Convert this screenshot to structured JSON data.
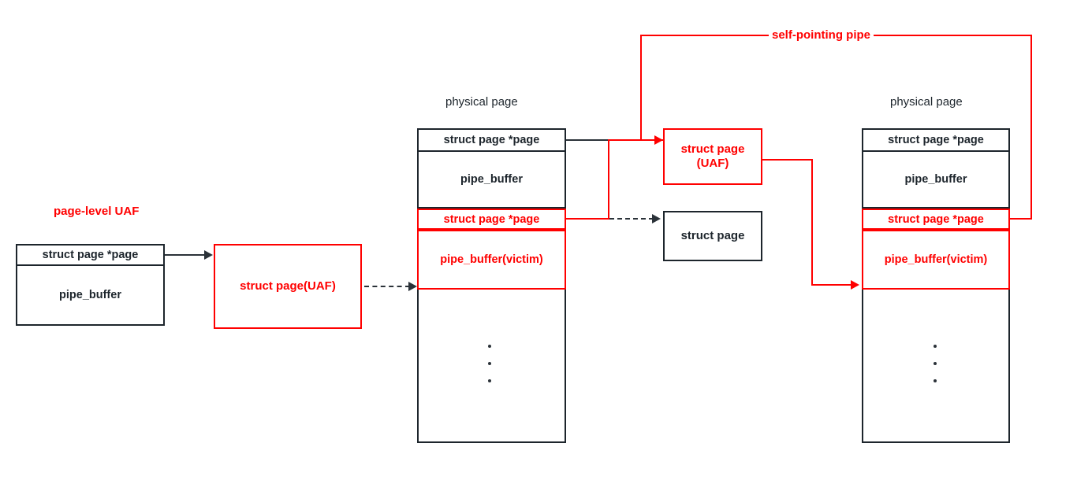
{
  "diagram": {
    "title_note": "Linux kernel page-level UAF / self-pointing pipe exploitation diagram",
    "colors": {
      "black": "#1d252c",
      "red": "#ff0000",
      "background": "#ffffff"
    }
  },
  "labels": {
    "page_level_uaf": "page-level UAF",
    "self_pointing_pipe": "self-pointing pipe",
    "physical_page_middle": "physical page",
    "physical_page_right": "physical page"
  },
  "left_struct": {
    "rows": [
      {
        "text": "struct page *page",
        "color": "black"
      },
      {
        "text": "pipe_buffer",
        "color": "black"
      }
    ]
  },
  "left_uaf_box": {
    "text": "struct page(UAF)",
    "color": "red"
  },
  "middle_page": {
    "caption": "physical page",
    "rows": [
      {
        "text": "struct page *page",
        "color": "black"
      },
      {
        "text": "pipe_buffer",
        "color": "black"
      },
      {
        "text": "struct page *page",
        "color": "red"
      },
      {
        "text": "pipe_buffer(victim)",
        "color": "red"
      },
      {
        "text": "",
        "color": "black"
      }
    ],
    "ellipsis": "⋮"
  },
  "right_page": {
    "caption": "physical page",
    "rows": [
      {
        "text": "struct page *page",
        "color": "black"
      },
      {
        "text": "pipe_buffer",
        "color": "black"
      },
      {
        "text": "struct page *page",
        "color": "red"
      },
      {
        "text": "pipe_buffer(victim)",
        "color": "red"
      },
      {
        "text": "",
        "color": "black"
      }
    ],
    "ellipsis": "⋮"
  },
  "uaf_page_box": {
    "line1": "struct page",
    "line2": "(UAF)",
    "color": "red"
  },
  "struct_page_box": {
    "text": "struct page",
    "color": "black"
  }
}
